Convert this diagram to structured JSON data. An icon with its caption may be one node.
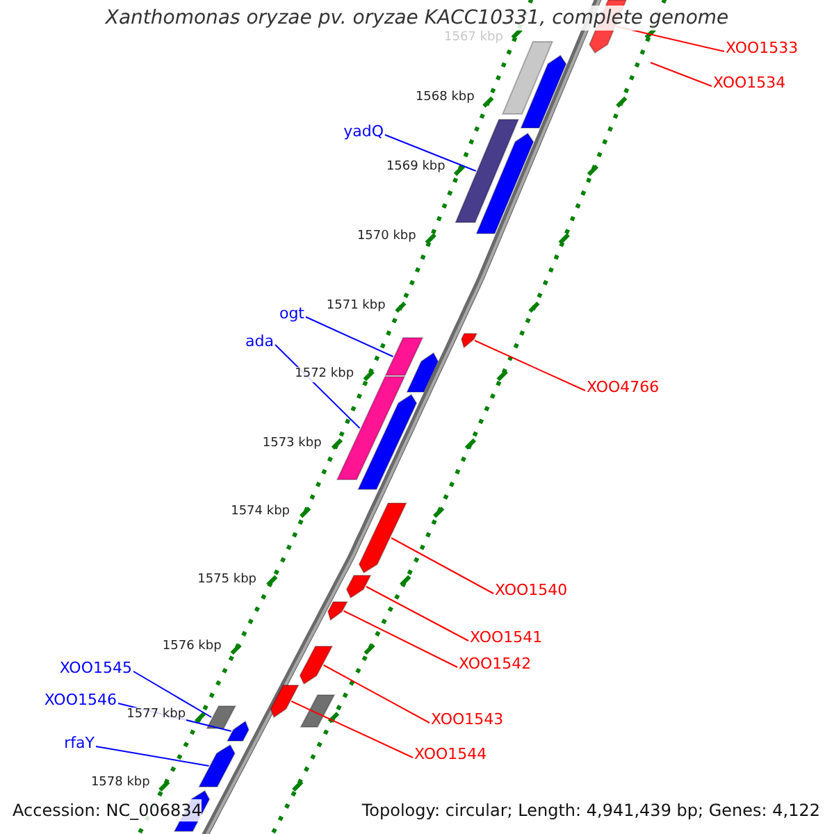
{
  "diagram": {
    "title": "Xanthomonas oryzae pv. oryzae KACC10331, complete genome",
    "nodes": [
      {
        "text": [
          "XOO1533"
        ]
      },
      {
        "text": [
          "XOO1534"
        ]
      },
      {
        "text": [
          "yadQ"
        ]
      },
      {
        "text": [
          "ogt"
        ]
      },
      {
        "text": [
          "ada"
        ]
      },
      {
        "text": [
          "XOO4766"
        ]
      },
      {
        "text": [
          "XOO1540"
        ]
      },
      {
        "text": [
          "XOO1541"
        ]
      },
      {
        "text": [
          "XOO1542"
        ]
      },
      {
        "text": [
          "XOO1543"
        ]
      },
      {
        "text": [
          "XOO1544"
        ]
      },
      {
        "text": [
          "XOO1545"
        ]
      },
      {
        "text": [
          "XOO1546"
        ]
      },
      {
        "text": [
          "rfaY"
        ]
      },
      {
        "text": [],
        "shape": "pentagon"
      },
      {
        "text": [],
        "shape": "bar"
      },
      {
        "text": [],
        "shape": "pentagon"
      },
      {
        "text": [],
        "shape": "bar"
      },
      {
        "text": [],
        "shape": "pentagon"
      },
      {
        "text": [],
        "shape": "pentagon"
      },
      {
        "text": [],
        "shape": "bar"
      },
      {
        "text": [],
        "shape": "pentagon"
      },
      {
        "text": [],
        "shape": "bar"
      },
      {
        "text": [],
        "shape": "pentagon"
      },
      {
        "text": [],
        "shape": "pentagon"
      },
      {
        "text": [],
        "shape": "pentagon"
      },
      {
        "text": [],
        "shape": "pentagon"
      },
      {
        "text": [],
        "shape": "pentagon"
      },
      {
        "text": [],
        "shape": "pentagon"
      },
      {
        "text": [],
        "shape": "bar"
      },
      {
        "text": [],
        "shape": "bar"
      },
      {
        "text": [],
        "shape": "pentagon"
      },
      {
        "text": [],
        "shape": "pentagon"
      },
      {
        "text": [],
        "shape": "pentagon"
      }
    ],
    "edges": [
      {
        "from": 0,
        "to": 14,
        "arrow": "none"
      },
      {
        "from": 1,
        "to": null,
        "arrow": "none"
      },
      {
        "from": 2,
        "to": 17,
        "arrow": "none",
        "color": "#0000ff"
      },
      {
        "from": 3,
        "to": 20,
        "arrow": "none",
        "color": "#0000ff"
      },
      {
        "from": 4,
        "to": 22,
        "arrow": "none",
        "color": "#0000ff"
      },
      {
        "from": 5,
        "to": 19,
        "arrow": "none"
      },
      {
        "from": 6,
        "to": 24,
        "arrow": "none"
      },
      {
        "from": 7,
        "to": 25,
        "arrow": "none"
      },
      {
        "from": 8,
        "to": 26,
        "arrow": "none"
      },
      {
        "from": 9,
        "to": 27,
        "arrow": "none"
      },
      {
        "from": 10,
        "to": 28,
        "arrow": "none"
      },
      {
        "from": 11,
        "to": 30,
        "arrow": "none",
        "color": "#0000ff"
      },
      {
        "from": 12,
        "to": 31,
        "arrow": "none",
        "color": "#0000ff"
      },
      {
        "from": 13,
        "to": 32,
        "arrow": "none",
        "color": "#0000ff"
      }
    ],
    "labels": [
      "1567 kbp",
      "1568 kbp",
      "1569 kbp",
      "1570 kbp",
      "1571 kbp",
      "1572 kbp",
      "1573 kbp",
      "1574 kbp",
      "1575 kbp",
      "1576 kbp",
      "1577 kbp",
      "1578 kbp",
      "Accession: NC_006834",
      "Topology: circular; Length: 4,941,439 bp; Genes: 4,122"
    ]
  }
}
